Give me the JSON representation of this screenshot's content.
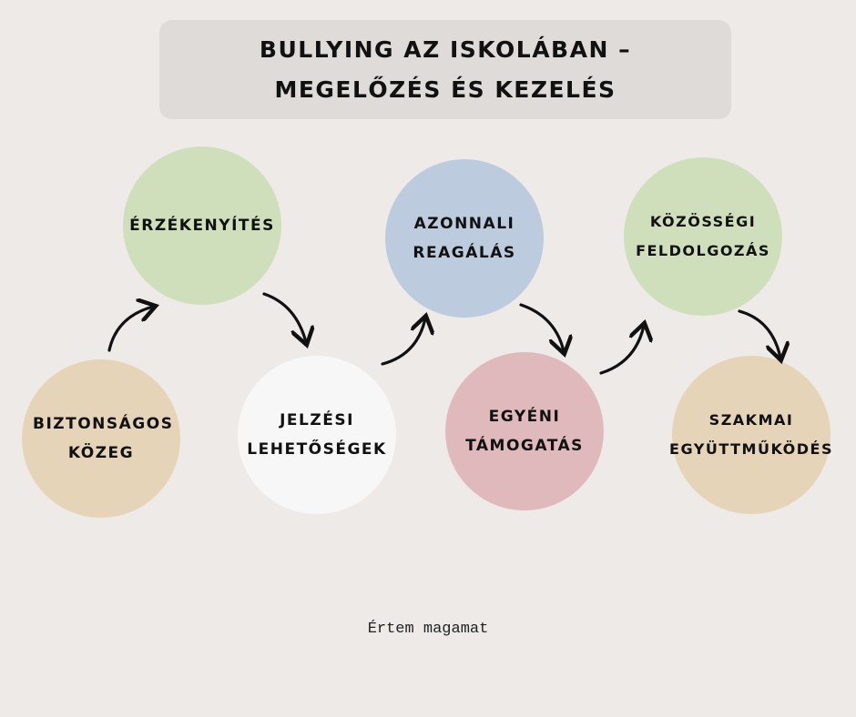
{
  "title": "Bullying az iskolában – megelőzés és kezelés",
  "colors": {
    "background": "#eeeae7",
    "title_box": "#dfdbd8",
    "tan": "#e6d4b8",
    "green": "#cfdfbb",
    "white": "#f7f7f7",
    "blue": "#bccbdd",
    "pink": "#dfb9bb"
  },
  "steps": [
    {
      "label": "Biztonságos közeg",
      "color": "#e6d4b8"
    },
    {
      "label": "Érzékenyítés",
      "color": "#cfdfbb"
    },
    {
      "label": "Jelzési lehetőségek",
      "color": "#f7f7f7"
    },
    {
      "label": "Azonnali reagálás",
      "color": "#bccbdd"
    },
    {
      "label": "Egyéni támogatás",
      "color": "#dfb9bb"
    },
    {
      "label": "Közösségi feldolgozás",
      "color": "#cfdfbb"
    },
    {
      "label": "Szakmai együttműködés",
      "color": "#e6d4b8"
    }
  ],
  "footer": "Értem magamat"
}
